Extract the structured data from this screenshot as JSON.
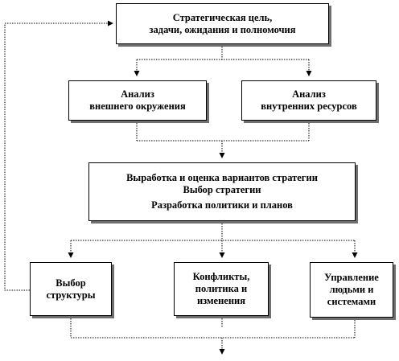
{
  "boxes": {
    "goal": {
      "lines": [
        "Стратегическая цель,",
        "задачи, ожидания и полномочия"
      ]
    },
    "external": {
      "lines": [
        "Анализ",
        "внешнего окружения"
      ]
    },
    "internal": {
      "lines": [
        "Анализ",
        "внутренних ресурсов"
      ]
    },
    "strategy": {
      "lines": [
        "Выработка и оценка вариантов стратегии",
        "Выбор стратегии",
        "Разработка политики и планов"
      ]
    },
    "structure": {
      "lines": [
        "Выбор",
        "структуры"
      ]
    },
    "conflicts": {
      "lines": [
        "Конфликты,",
        "политика и",
        "изменения"
      ]
    },
    "management": {
      "lines": [
        "Управление",
        "людьми и",
        "системами"
      ]
    }
  },
  "colors": {
    "line": "#000000",
    "shadow": "#6f6f6f",
    "background": "#ffffff"
  }
}
